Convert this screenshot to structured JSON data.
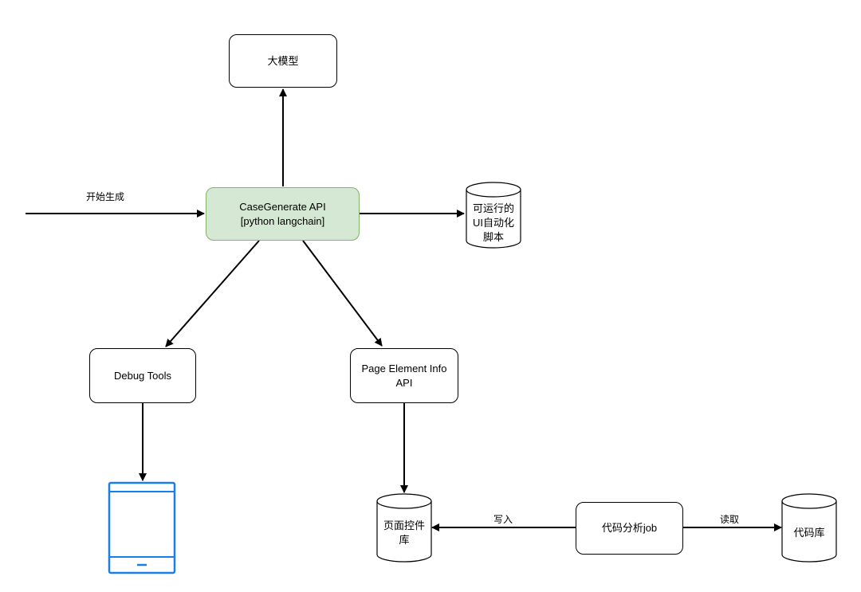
{
  "nodes": {
    "llm": {
      "label": "大模型"
    },
    "api": {
      "line1": "CaseGenerate API",
      "line2": "[python langchain]"
    },
    "script_db": {
      "line1": "可运行的",
      "line2": "UI自动化",
      "line3": "脚本"
    },
    "debug_tools": {
      "label": "Debug Tools"
    },
    "page_api": {
      "line1": "Page Element Info",
      "line2": "API"
    },
    "element_db": {
      "line1": "页面控件",
      "line2": "库"
    },
    "code_job": {
      "label": "代码分析job"
    },
    "code_db": {
      "label": "代码库"
    }
  },
  "edges": {
    "start": "开始生成",
    "write": "写入",
    "read": "读取"
  },
  "colors": {
    "api_fill": "#d5e8d4",
    "api_stroke": "#82b366",
    "device": "#1a7ee8"
  },
  "icons": {
    "device": "tablet-icon"
  }
}
